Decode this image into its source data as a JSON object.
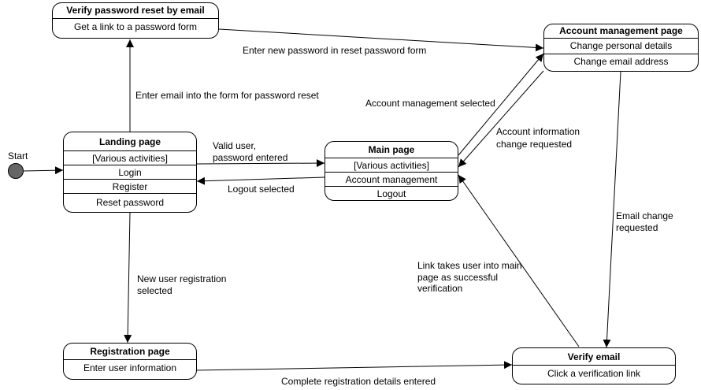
{
  "start": {
    "label": "Start"
  },
  "states": {
    "verify_password": {
      "title": "Verify password reset by email",
      "rows": [
        "Get a link to a password form"
      ]
    },
    "account_mgmt": {
      "title": "Account management page",
      "rows": [
        "Change personal details",
        "Change email address"
      ]
    },
    "landing": {
      "title": "Landing page",
      "rows": [
        "[Various activities]",
        "Login",
        "Register",
        "Reset password"
      ]
    },
    "main": {
      "title": "Main page",
      "rows": [
        "[Various activities]",
        "Account management",
        "Logout"
      ]
    },
    "registration": {
      "title": "Registration page",
      "rows": [
        "Enter user information"
      ]
    },
    "verify_email": {
      "title": "Verify email",
      "rows": [
        "Click a verification link"
      ]
    }
  },
  "transitions": {
    "enter_new_password": "Enter new password in reset password form",
    "enter_email_reset": "Enter email into the form for password reset",
    "account_selected": "Account management selected",
    "account_info_change_1": "Account information",
    "account_info_change_2": "change requested",
    "valid_user_1": "Valid user,",
    "valid_user_2": "password entered",
    "logout_selected": "Logout selected",
    "email_change_1": "Email change",
    "email_change_2": "requested",
    "new_user_reg_1": "New user registration",
    "new_user_reg_2": "selected",
    "link_takes_1": "Link takes user into main",
    "link_takes_2": "page as successful",
    "link_takes_3": "verification",
    "complete_reg": "Complete registration details entered"
  }
}
